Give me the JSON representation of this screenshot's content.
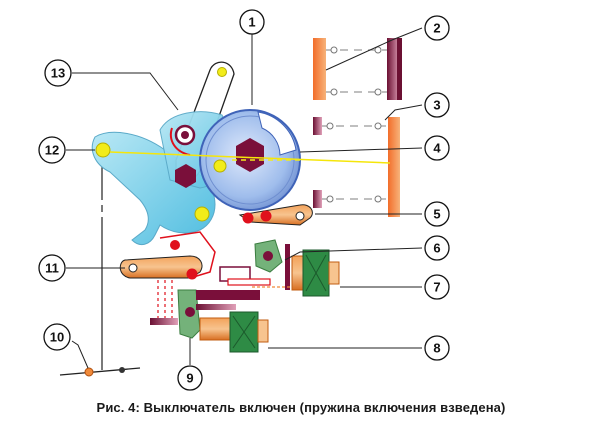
{
  "caption": "Рис. 4: Выключатель включен (пружина включения взведена)",
  "callouts": [
    {
      "id": "c1",
      "label": "1"
    },
    {
      "id": "c2",
      "label": "2"
    },
    {
      "id": "c3",
      "label": "3"
    },
    {
      "id": "c4",
      "label": "4"
    },
    {
      "id": "c5",
      "label": "5"
    },
    {
      "id": "c6",
      "label": "6"
    },
    {
      "id": "c7",
      "label": "7"
    },
    {
      "id": "c8",
      "label": "8"
    },
    {
      "id": "c9",
      "label": "9"
    },
    {
      "id": "c10",
      "label": "10"
    },
    {
      "id": "c11",
      "label": "11"
    },
    {
      "id": "c12",
      "label": "12"
    },
    {
      "id": "c13",
      "label": "13"
    }
  ],
  "colors": {
    "lever_blue": "#7fd3ea",
    "drum_blue": "#9fc0ec",
    "cam_dark": "#7a0f3a",
    "pivot_yellow": "#f2ec1a",
    "spring_orange": "#f08a3a",
    "latch_red": "#e0101c",
    "link_green": "#74b27a",
    "coil_green": "#2e8b45",
    "guide_line": "#f5e60a"
  }
}
